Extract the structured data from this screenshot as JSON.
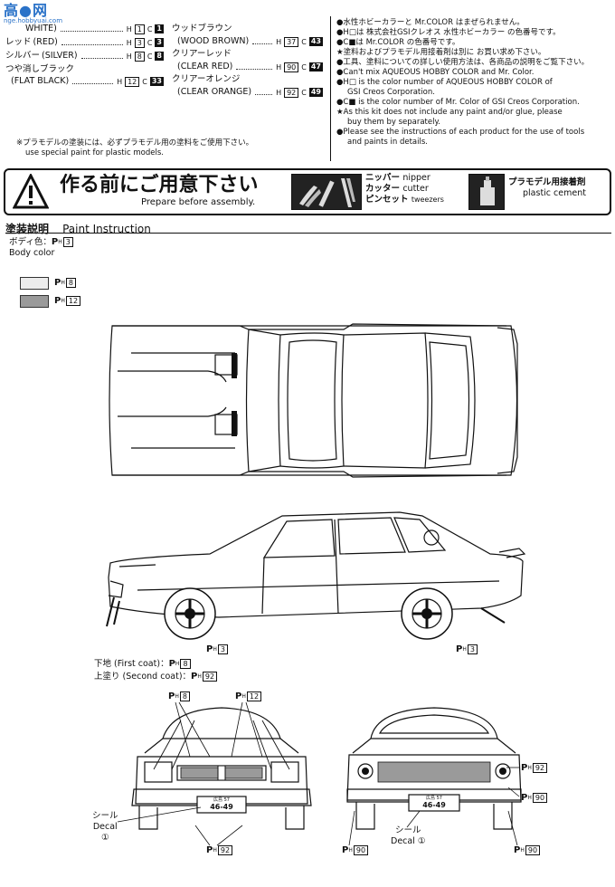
{
  "watermark": "nge.hobbyuai.com",
  "paints_left": [
    {
      "jp": "",
      "en": "WHITE)",
      "h": "1",
      "c": "1"
    },
    {
      "jp": "レッド",
      "en": "(RED)",
      "h": "3",
      "c": "3"
    },
    {
      "jp": "シルバー",
      "en": "(SILVER)",
      "h": "8",
      "c": "8"
    },
    {
      "jp": "つや消しブラック",
      "en": "",
      "h": "",
      "c": ""
    },
    {
      "jp": "",
      "en": "(FLAT BLACK)",
      "h": "12",
      "c": "33"
    }
  ],
  "paints_right": [
    {
      "jp": "ウッドブラウン",
      "en": "",
      "h": "",
      "c": ""
    },
    {
      "jp": "",
      "en": "(WOOD BROWN)",
      "h": "37",
      "c": "43"
    },
    {
      "jp": "クリアーレッド",
      "en": "",
      "h": "",
      "c": ""
    },
    {
      "jp": "",
      "en": "(CLEAR RED)",
      "h": "90",
      "c": "47"
    },
    {
      "jp": "クリアーオレンジ",
      "en": "",
      "h": "",
      "c": ""
    },
    {
      "jp": "",
      "en": "(CLEAR ORANGE)",
      "h": "92",
      "c": "49"
    }
  ],
  "code_labels": {
    "h": "H",
    "c": "C"
  },
  "notes_right": [
    {
      "bullet": "●",
      "text": "水性ホビーカラーと Mr.COLOR はまぜられません。"
    },
    {
      "bullet": "●",
      "text": "H□は 株式会社GSIクレオス 水性ホビーカラー の色番号です。"
    },
    {
      "bullet": "●",
      "text": "C■は Mr.COLOR の色番号です。"
    },
    {
      "bullet": "★",
      "text": "塗料およびプラモデル用接着剤は別に お買い求め下さい。"
    },
    {
      "bullet": "●",
      "text": "工具、塗料についての詳しい使用方法は、各商品の説明をご覧下さい。"
    },
    {
      "bullet": "●",
      "text": "Can't mix AQUEOUS HOBBY COLOR and Mr. Color."
    },
    {
      "bullet": "●",
      "text": "H□ is the color number of AQUEOUS HOBBY COLOR of"
    },
    {
      "bullet": "",
      "text": "GSI Creos Corporation."
    },
    {
      "bullet": "●",
      "text": "C■ is the color number of Mr. Color of GSI Creos Corporation."
    },
    {
      "bullet": "★",
      "text": "As this kit does not include any paint and/or glue, please"
    },
    {
      "bullet": "",
      "text": "buy them by separately."
    },
    {
      "bullet": "●",
      "text": "Please see the instructions of each product for the use of tools"
    },
    {
      "bullet": "",
      "text": "and paints in details."
    }
  ],
  "plastic_note_jp": "※プラモデルの塗装には、必ずプラモデル用の塗料をご使用下さい。",
  "plastic_note_en": "use special paint for plastic models.",
  "prepare": {
    "title_jp": "作る前にご用意下さい",
    "title_en": "Prepare before assembly.",
    "tools": [
      {
        "jp": "ニッパー",
        "en": "nipper"
      },
      {
        "jp": "カッター",
        "en": "cutter"
      },
      {
        "jp": "ピンセット",
        "en": "tweezers"
      }
    ],
    "cement_jp": "プラモデル用接着剤",
    "cement_en": "plastic cement"
  },
  "section": {
    "jp": "塗装説明",
    "en": "Paint Instruction"
  },
  "body_color": {
    "jp": "ボディ色：",
    "en": "Body color",
    "code": "3"
  },
  "swatches": [
    {
      "code": "8",
      "color": "#e8e8e8"
    },
    {
      "code": "12",
      "color": "#9a9a9a"
    }
  ],
  "p_label": "P",
  "h_sub": "H",
  "side_labels": {
    "front_wheel": "3",
    "rear_wheel": "3"
  },
  "coats": {
    "first_jp": "下地",
    "first_en": "(First coat)",
    "first_code": "8",
    "second_jp": "上塗り",
    "second_en": "(Second coat)",
    "second_code": "92"
  },
  "front_labels": {
    "a": "8",
    "b": "12",
    "bottom": "92"
  },
  "rear_labels": {
    "r1": "92",
    "r2": "90",
    "r3": "90",
    "r4": "90"
  },
  "decal_jp": "シール",
  "decal_en": "Decal",
  "decal_num": "①",
  "plate_top": "広島 57",
  "plate_num": "46-49",
  "colors": {
    "ink": "#111111",
    "panel_grey": "#9a9a9a"
  }
}
